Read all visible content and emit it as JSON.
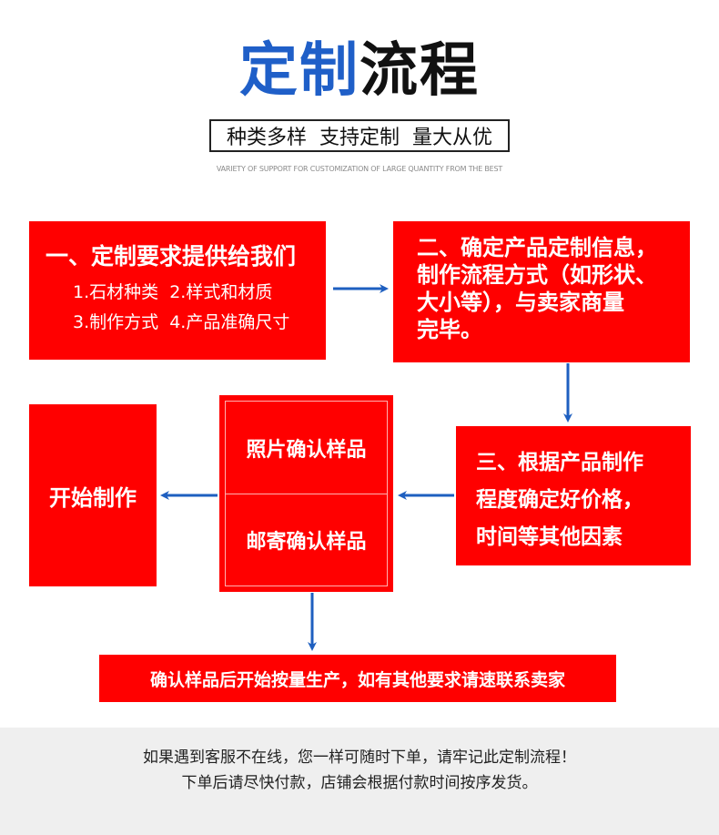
{
  "title": {
    "part1": "定制",
    "part2": "流程"
  },
  "subtitle": "种类多样  支持定制  量大从优",
  "subtitle_en": "VARIETY OF SUPPORT FOR CUSTOMIZATION OF LARGE QUANTITY FROM THE BEST",
  "step1": {
    "heading": "一、定制要求提供给我们",
    "line1": "1.石材种类  2.样式和材质",
    "line2": "3.制作方式  4.产品准确尺寸"
  },
  "step2": {
    "line1": "二、确定产品定制信息，",
    "line2": "制作流程方式（如形状、",
    "line3": "大小等），与卖家商量",
    "line4": "完毕。"
  },
  "step3": {
    "line1": "三、根据产品制作",
    "line2": "程度确定好价格，",
    "line3": "时间等其他因素"
  },
  "samples": {
    "photo": "照片确认样品",
    "mail": "邮寄确认样品"
  },
  "start": "开始制作",
  "confirm": "确认样品后开始按量生产，如有其他要求请速联系卖家",
  "footer": {
    "line1": "如果遇到客服不在线，您一样可随时下单，请牢记此定制流程！",
    "line2": "下单后请尽快付款，店铺会根据付款时间按序发货。"
  },
  "colors": {
    "red": "#ff0000",
    "blue": "#1f5fc8",
    "arrow": "#1e5fc0"
  }
}
